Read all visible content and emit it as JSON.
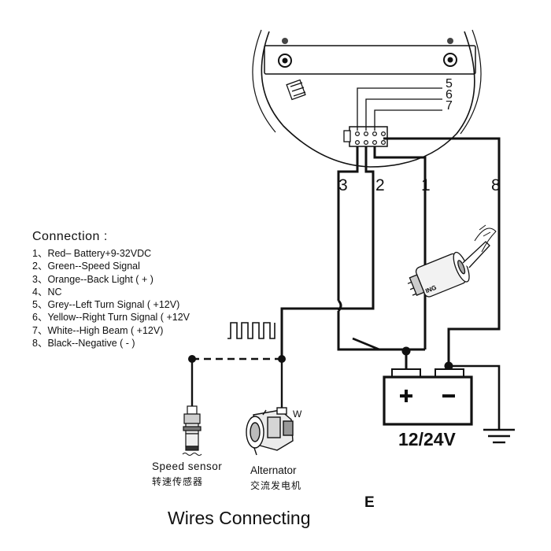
{
  "connection": {
    "title": "Connection :",
    "items": [
      "1、Red– Battery+9-32VDC",
      "2、Green--Speed Signal",
      "3、Orange--Back Light ( + )",
      "4、NC",
      "5、Grey--Left Turn Signal ( +12V)",
      "6、Yellow--Right Turn Signal ( +12V",
      "7、White--High Beam ( +12V)",
      "8、Black--Negative ( - )"
    ]
  },
  "pins": {
    "p5": "5",
    "p6": "6",
    "p7": "7"
  },
  "wire_numbers": {
    "w3": "3",
    "w2": "2",
    "w1": "1",
    "w8": "8"
  },
  "speed_sensor": {
    "label": "Speed sensor",
    "label_cn": "转速传感器"
  },
  "alternator": {
    "label": "Alternator",
    "label_cn": "交流发电机",
    "terminal": "W"
  },
  "ignition": {
    "label": "ING"
  },
  "battery": {
    "voltage": "12/24V",
    "plus": "+",
    "minus": "−"
  },
  "footer": {
    "title": "Wires Connecting",
    "corner_letter": "E"
  }
}
